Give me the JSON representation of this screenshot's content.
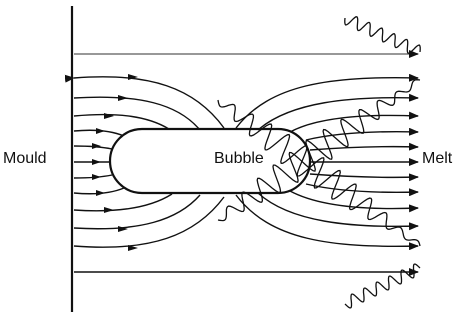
{
  "labels": {
    "left": "Mould",
    "center": "Bubble",
    "right": "Melt"
  },
  "colors": {
    "ink": "#111111",
    "background": "#ffffff"
  }
}
